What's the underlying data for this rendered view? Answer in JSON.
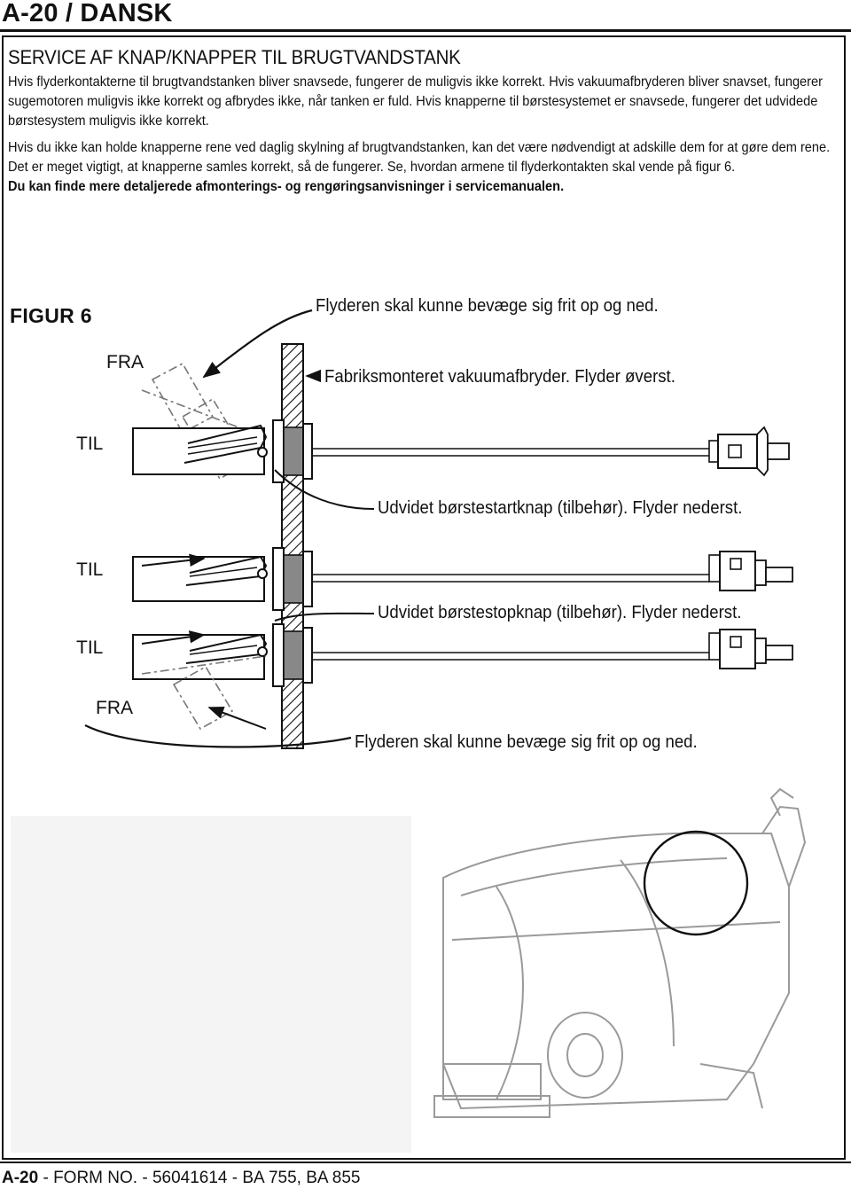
{
  "header": {
    "title": "A-20 / DANSK"
  },
  "section": {
    "title": "SERVICE AF KNAP/KNAPPER TIL BRUGTVANDSTANK",
    "para1": [
      "Hvis flyderkontakterne til brugtvandstanken bliver snavsede, fungerer de muligvis ikke korrekt. Hvis vakuumafbryderen bliver snavset, fungerer",
      "sugemotoren muligvis ikke korrekt og afbrydes ikke, når tanken er fuld. Hvis knapperne til børstesystemet er snavsede, fungerer det udvidede",
      "børstesystem muligvis ikke korrekt."
    ],
    "para2": [
      "Hvis du ikke kan holde knapperne rene ved daglig skylning af brugtvandstanken, kan det være nødvendigt at adskille dem for at gøre dem rene.",
      "Det er meget vigtigt, at knapperne samles korrekt, så de fungerer. Se, hvordan armene til flyderkontakten skal vende på figur 6."
    ],
    "para3": "Du kan finde mere detaljerede afmonterings- og rengøringsanvisninger i servicemanualen."
  },
  "figure": {
    "title": "FIGUR 6",
    "labels": {
      "top_free": "Flyderen skal kunne bevæge sig frit op og ned.",
      "vacuum": "Fabriksmonteret vakuumafbryder. Flyder øverst.",
      "brush_start": "Udvidet børstestartknap (tilbehør). Flyder nederst.",
      "brush_stop": "Udvidet børstestopknap (tilbehør). Flyder nederst.",
      "bottom_free": "Flyderen skal kunne bevæge sig frit op og ned."
    },
    "positions": {
      "fra_top": "FRA",
      "til_1": "TIL",
      "til_2": "TIL",
      "til_3": "TIL",
      "fra_bottom": "FRA"
    }
  },
  "footer": {
    "page": "A-20",
    "form": " - FORM NO. - 56041614 - BA 755, BA 855"
  }
}
